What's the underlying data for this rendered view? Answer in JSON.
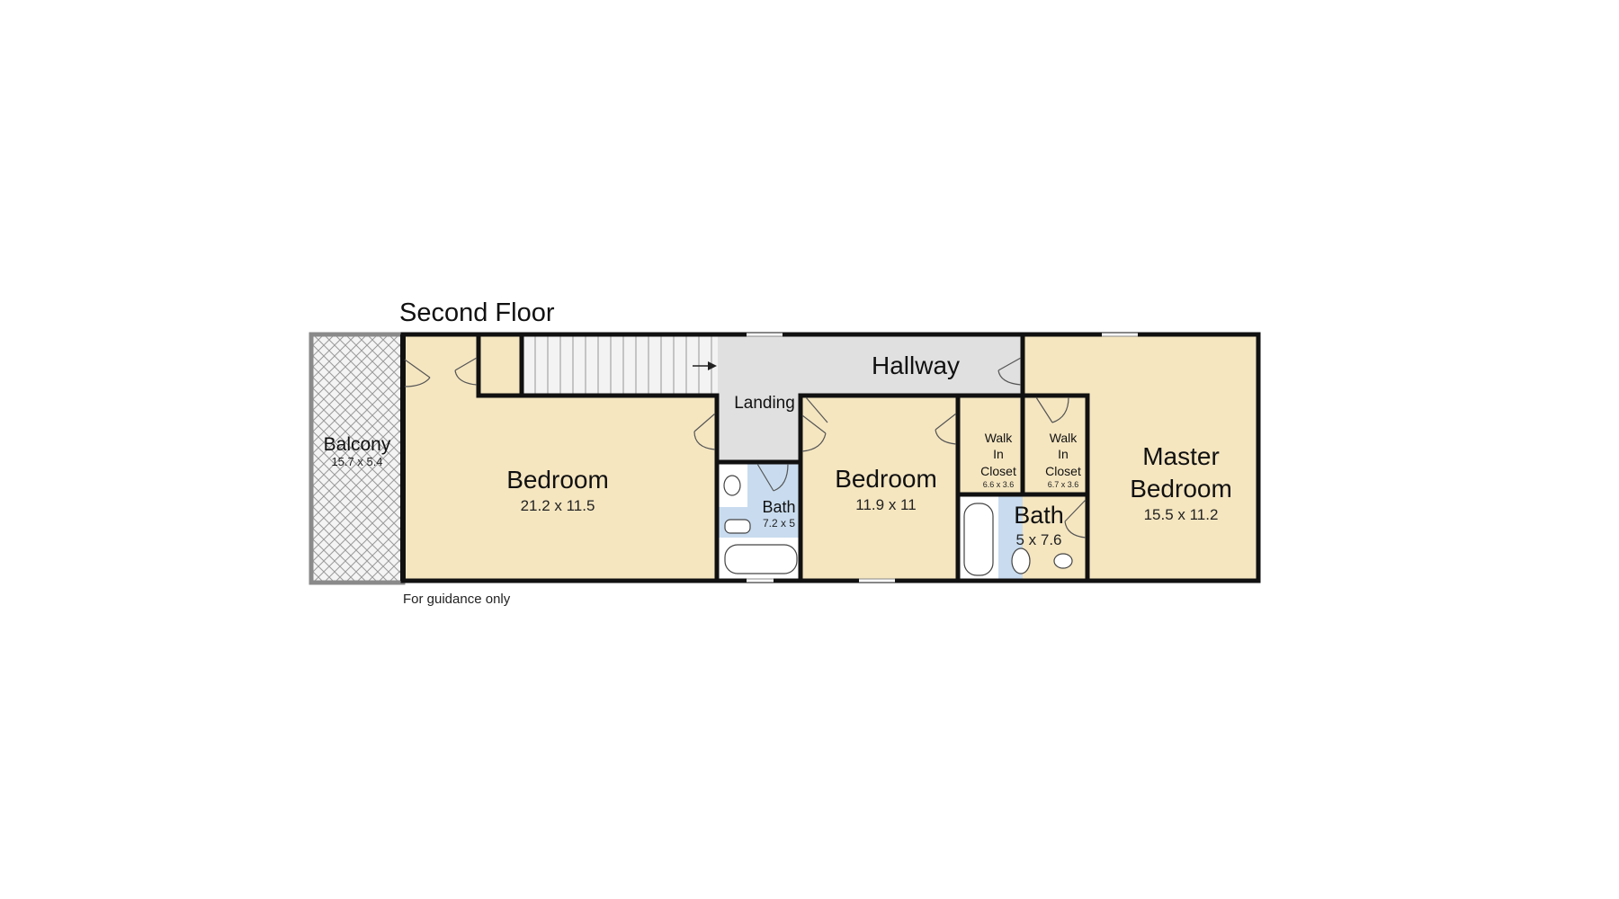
{
  "plan": {
    "title": "Second Floor",
    "footer_note": "For guidance only"
  },
  "rooms": {
    "balcony": {
      "name": "Balcony",
      "dims": "15.7 x 5.4"
    },
    "bedroom_1": {
      "name": "Bedroom",
      "dims": "21.2 x 11.5"
    },
    "landing": {
      "name": "Landing"
    },
    "hallway": {
      "name": "Hallway"
    },
    "bath_1": {
      "name": "Bath",
      "dims": "7.2 x 5"
    },
    "bedroom_2": {
      "name": "Bedroom",
      "dims": "11.9 x 11"
    },
    "walk_in_closet_1": {
      "line1": "Walk",
      "line2": "In",
      "line3": "Closet",
      "dims": "6.6 x 3.6"
    },
    "walk_in_closet_2": {
      "line1": "Walk",
      "line2": "In",
      "line3": "Closet",
      "dims": "6.7 x 3.6"
    },
    "bath_2": {
      "name": "Bath",
      "dims": "5 x 7.6"
    },
    "master_bedroom": {
      "line1": "Master",
      "line2": "Bedroom",
      "dims": "15.5 x 11.2"
    }
  },
  "colors": {
    "room_fill": "#f5e6c0",
    "corridor_fill": "#e0e0e0",
    "bath_fill": "#c9dcef",
    "wall": "#111111",
    "background": "#ffffff"
  }
}
